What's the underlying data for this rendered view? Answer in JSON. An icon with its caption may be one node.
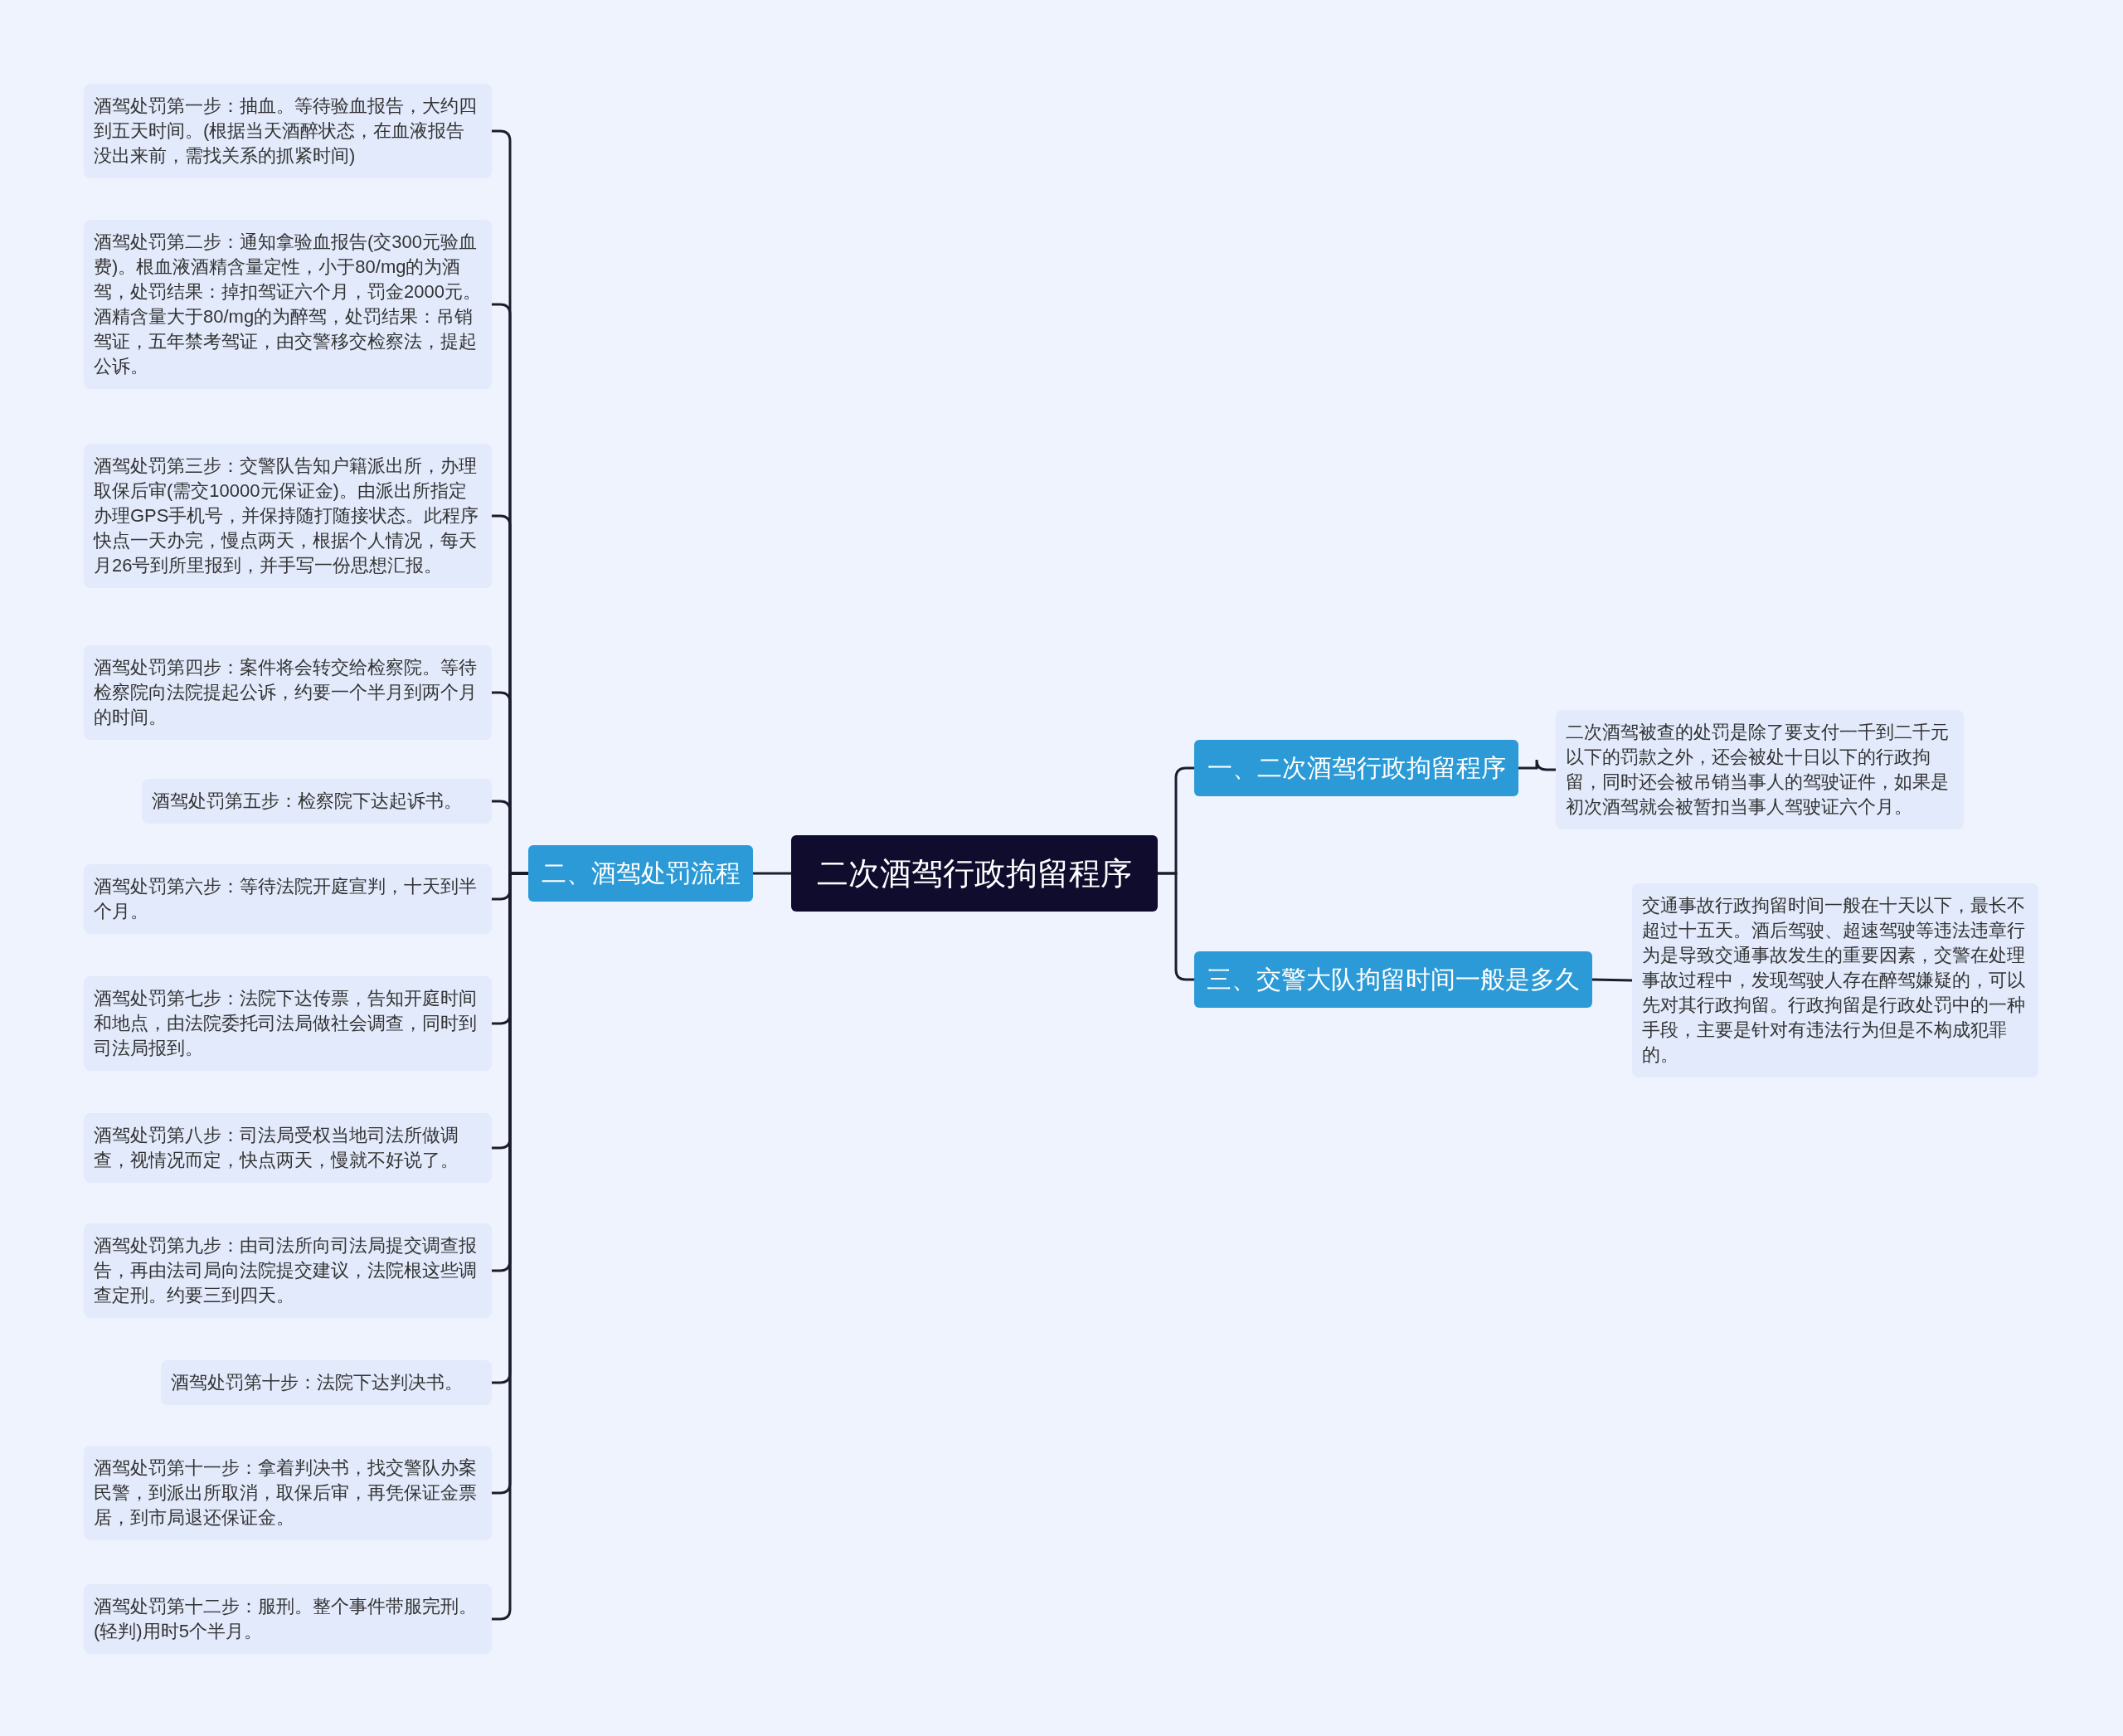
{
  "diagram": {
    "nodes": [
      {
        "text": [
          "二次酒驾行政拘留程序"
        ]
      },
      {
        "text": [
          "二、酒驾处罚流程"
        ]
      },
      {
        "text": [
          "酒驾处罚第一步：抽血。等待验血报告，大约四到五天时间。(根据当天酒醉状态，在血液报告没出来前，需找关系的抓紧时间)"
        ]
      },
      {
        "text": [
          "酒驾处罚第二步：通知拿验血报告(交300元验血费)。根血液酒精含量定性，小于80/mg的为酒驾，处罚结果：掉扣驾证六个月，罚金2000元。酒精含量大于80/mg的为醉驾，处罚结果：吊销驾证，五年禁考驾证，由交警移交检察法，提起公诉。"
        ]
      },
      {
        "text": [
          "酒驾处罚第三步：交警队告知户籍派出所，办理取保后审(需交10000元保证金)。由派出所指定办理GPS手机号，并保持随打随接状态。此程序快点一天办完，慢点两天，根据个人情况，每天月26号到所里报到，并手写一份思想汇报。"
        ]
      },
      {
        "text": [
          "酒驾处罚第四步：案件将会转交给检察院。等待检察院向法院提起公诉，约要一个半月到两个月的时间。"
        ]
      },
      {
        "text": [
          "酒驾处罚第五步：检察院下达起诉书。"
        ]
      },
      {
        "text": [
          "酒驾处罚第六步：等待法院开庭宣判，十天到半个月。"
        ]
      },
      {
        "text": [
          "酒驾处罚第七步：法院下达传票，告知开庭时间和地点，由法院委托司法局做社会调查，同时到司法局报到。"
        ]
      },
      {
        "text": [
          "酒驾处罚第八步：司法局受权当地司法所做调查，视情况而定，快点两天，慢就不好说了。"
        ]
      },
      {
        "text": [
          "酒驾处罚第九步：由司法所向司法局提交调查报告，再由法司局向法院提交建议，法院根这些调查定刑。约要三到四天。"
        ]
      },
      {
        "text": [
          "酒驾处罚第十步：法院下达判决书。"
        ]
      },
      {
        "text": [
          "酒驾处罚第十一步：拿着判决书，找交警队办案民警，到派出所取消，取保后审，再凭保证金票居，到市局退还保证金。"
        ]
      },
      {
        "text": [
          "酒驾处罚第十二步：服刑。整个事件带服完刑。(轻判)用时5个半月。"
        ]
      },
      {
        "text": [
          "一、二次酒驾行政拘留程序"
        ]
      },
      {
        "text": [
          "二次酒驾被查的处罚是除了要支付一千到二千元以下的罚款之外，还会被处十日以下的行政拘留，同时还会被吊销当事人的驾驶证件，如果是初次酒驾就会被暂扣当事人驾驶证六个月。"
        ]
      },
      {
        "text": [
          "三、交警大队拘留时间一般是多久"
        ]
      },
      {
        "text": [
          "交通事故行政拘留时间一般在十天以下，最长不超过十五天。酒后驾驶、超速驾驶等违法违章行为是导致交通事故发生的重要因素，交警在处理事故过程中，发现驾驶人存在醉驾嫌疑的，可以先对其行政拘留。行政拘留是行政处罚中的一种手段，主要是针对有违法行为但是不构成犯罪的。"
        ]
      }
    ],
    "edges": [
      {
        "from": 0,
        "to": 1,
        "arrow": "none"
      },
      {
        "from": 1,
        "to": 2,
        "arrow": "none"
      },
      {
        "from": 1,
        "to": 3,
        "arrow": "none"
      },
      {
        "from": 1,
        "to": 4,
        "arrow": "none"
      },
      {
        "from": 1,
        "to": 5,
        "arrow": "none"
      },
      {
        "from": 1,
        "to": 6,
        "arrow": "none"
      },
      {
        "from": 1,
        "to": 7,
        "arrow": "none"
      },
      {
        "from": 1,
        "to": 8,
        "arrow": "none"
      },
      {
        "from": 1,
        "to": 9,
        "arrow": "none"
      },
      {
        "from": 1,
        "to": 10,
        "arrow": "none"
      },
      {
        "from": 1,
        "to": 11,
        "arrow": "none"
      },
      {
        "from": 1,
        "to": 12,
        "arrow": "none"
      },
      {
        "from": 1,
        "to": 13,
        "arrow": "none"
      },
      {
        "from": 0,
        "to": 14,
        "arrow": "none"
      },
      {
        "from": 14,
        "to": 15,
        "arrow": "none"
      },
      {
        "from": 0,
        "to": 16,
        "arrow": "none"
      },
      {
        "from": 16,
        "to": 17,
        "arrow": "none"
      }
    ]
  }
}
